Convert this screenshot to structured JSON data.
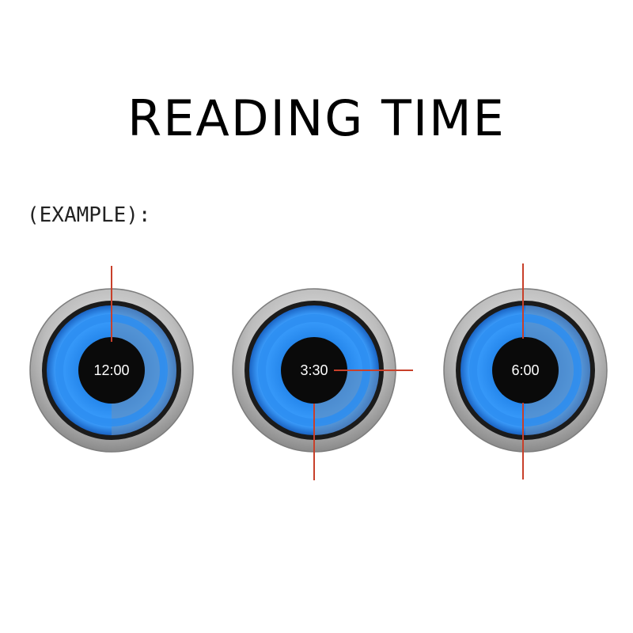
{
  "title": "READING TIME",
  "example_label": "(EXAMPLE):",
  "watches": [
    {
      "time": "12:00"
    },
    {
      "time": "3:30"
    },
    {
      "time": "6:00"
    }
  ],
  "colors": {
    "indicator_line": "#c8402a",
    "ring_blue": "#2b8ff0",
    "face_black": "#0a0a0a",
    "bezel_silver": "#c9c9c9"
  }
}
